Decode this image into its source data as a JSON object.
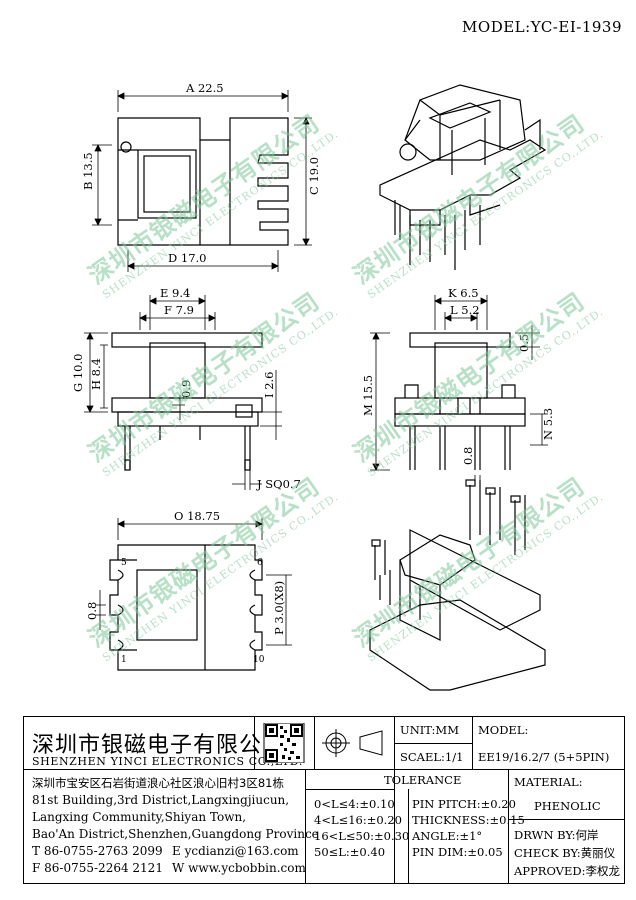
{
  "header": {
    "model": "MODEL:YC-EI-1939"
  },
  "watermark": {
    "cn": "深圳市银磁电子有限公司",
    "en": "SHENZHEN YINCI ELECTRONICS CO.,LTD."
  },
  "dims": {
    "A": "A 22.5",
    "B": "B 13.5",
    "C": "C 19.0",
    "D": "D 17.0",
    "E": "E 9.4",
    "F": "F 7.9",
    "G": "G 10.0",
    "H": "H 8.4",
    "t09a": "0.9",
    "I": "I 2.6",
    "J": "J SQ0.7",
    "K": "K 6.5",
    "L": "L 5.2",
    "t05": "0.5",
    "M": "M 15.5",
    "t08a": "0.8",
    "N": "N 5.3",
    "O": "O 18.75",
    "t08b": "0.8",
    "P": "P 3.0(X8)",
    "p5": "5",
    "p1": "1",
    "p6": "6",
    "p10": "10"
  },
  "title_block": {
    "company_cn": "深圳市银磁电子有限公司",
    "company_en": "SHENZHEN YINCI ELECTRONICS CO.,LTD.",
    "unit": "UNIT:MM",
    "scale": "SCAEL:1/1",
    "model_label": "MODEL:",
    "model_value": "EE19/16.2/7 (5+5PIN)",
    "address_cn": "深圳市宝安区石岩街道浪心社区浪心旧村3区81栋",
    "address_en1": "81st Building,3rd District,Langxingjiucun,",
    "address_en2": "Langxing Community,Shiyan Town,",
    "address_en3": "Bao'An District,Shenzhen,Guangdong Province",
    "tel": "T 86-0755-2763 2099",
    "email": "E ycdianzi@163.com",
    "fax": "F 86-0755-2264 2121",
    "web": "W www.ycbobbin.com",
    "tolerance_title": "TOLERANCE",
    "tol": [
      "0<L≤4:±0.10",
      "4<L≤16:±0.20",
      "16<L≤50:±0.30",
      "50≤L:±0.40"
    ],
    "pin_tol": [
      "PIN PITCH:±0.20",
      "THICKNESS:±0.15",
      "ANGLE:±1°",
      "PIN DIM:±0.05"
    ],
    "material_label": "MATERIAL:",
    "material": "PHENOLIC",
    "drawn": "DRWN BY:何岸",
    "check": "CHECK BY:黄丽仪",
    "approved": "APPROVED:李权龙"
  }
}
